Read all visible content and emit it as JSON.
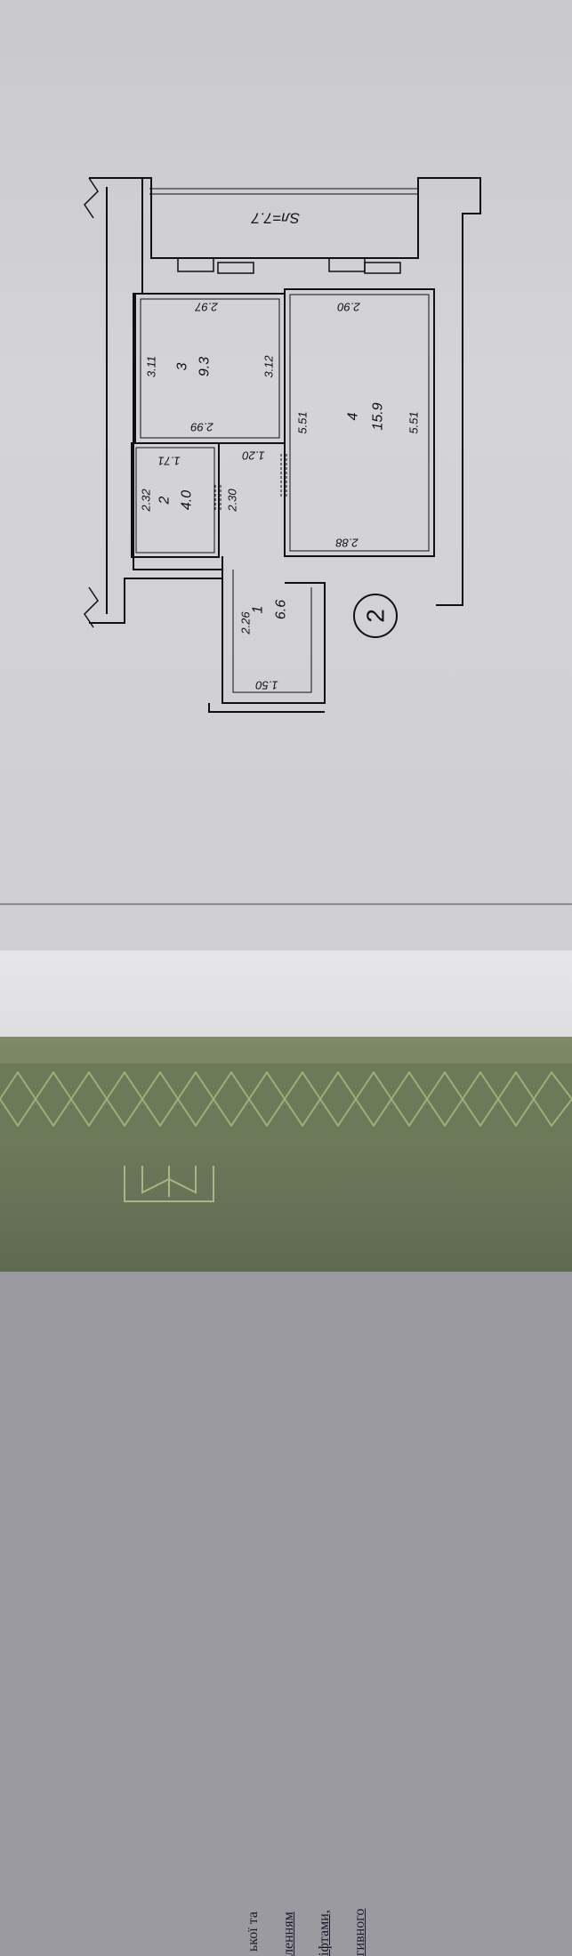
{
  "plan": {
    "balcony_label": "Sл=7.7",
    "plan_number": "2",
    "rooms": [
      {
        "number": "1",
        "area": "6.6"
      },
      {
        "number": "2",
        "area": "4.0"
      },
      {
        "number": "3",
        "area": "9.3"
      },
      {
        "number": "4",
        "area": "15.9"
      }
    ],
    "dimensions": {
      "d_2_97": "2.97",
      "d_2_90": "2.90",
      "d_3_11": "3.11",
      "d_3_12": "3.12",
      "d_2_99": "2.99",
      "d_5_51a": "5.51",
      "d_5_51b": "5.51",
      "d_1_71": "1.71",
      "d_1_20": "1.20",
      "d_2_32": "2.32",
      "d_2_30": "2.30",
      "d_2_88": "2.88",
      "d_2_26": "2.26",
      "d_1_50": "1.50"
    }
  },
  "document_text": {
    "line1": "ької та",
    "line2": "ленням",
    "line3": "іфтами,",
    "line4": "гивного"
  },
  "colors": {
    "paper": "#d0d0d4",
    "ink": "#111111",
    "cover": "#6f7a5c"
  }
}
